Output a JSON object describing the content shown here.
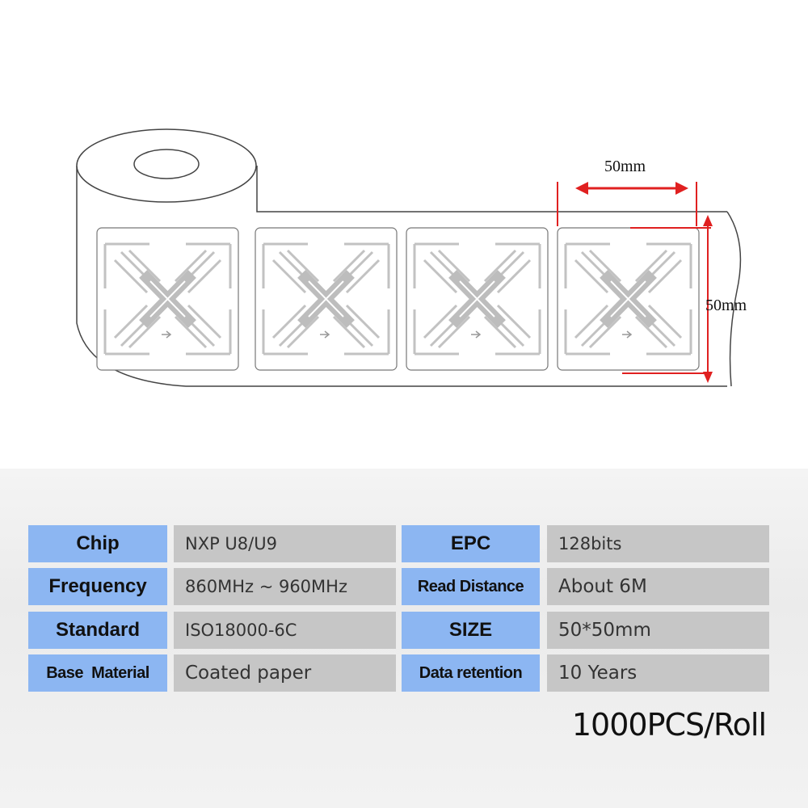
{
  "diagram": {
    "width_label": "50mm",
    "height_label": "50mm",
    "accent_color": "#e02020"
  },
  "specs": [
    {
      "label": "Chip",
      "value": "NXP U8/U9",
      "label2": "EPC",
      "value2": "128bits"
    },
    {
      "label": "Frequency",
      "value": "860MHz ~ 960MHz",
      "label2": "Read Distance",
      "value2": "About 6M"
    },
    {
      "label": "Standard",
      "value": "ISO18000-6C",
      "label2": "SIZE",
      "value2": "50*50mm"
    },
    {
      "label": "Base  Material",
      "value": "Coated paper",
      "label2": "Data retention",
      "value2": "10 Years"
    }
  ],
  "footer": "1000PCS/Roll"
}
